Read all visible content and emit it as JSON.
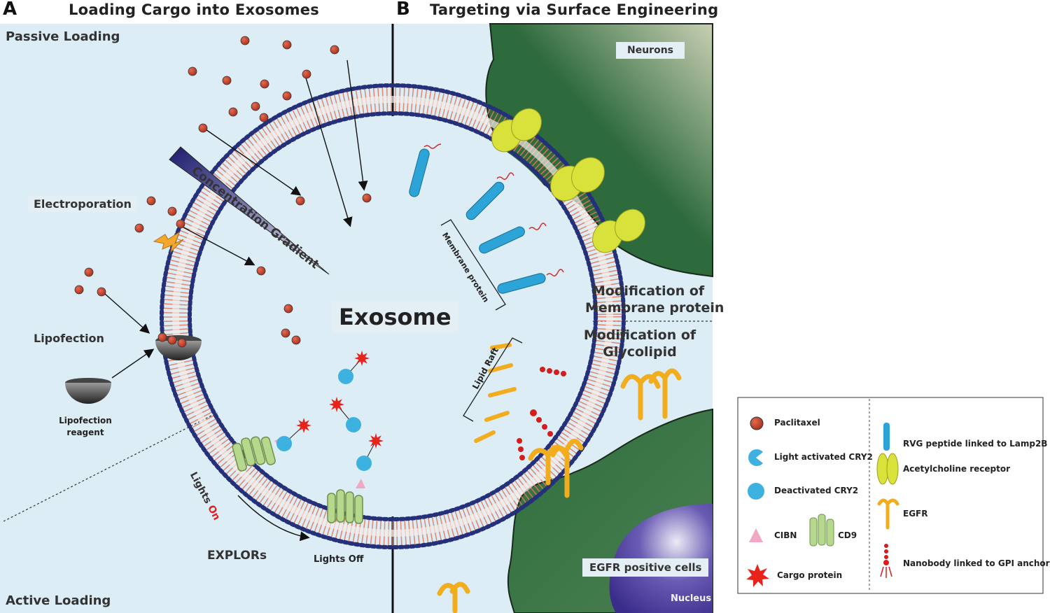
{
  "panel_a": {
    "letter": "A",
    "title": "Loading Cargo into Exosomes",
    "passive": "Passive Loading",
    "active": "Active Loading",
    "electroporation": "Electroporation",
    "lipofection": "Lipofection",
    "lipofection_reagent_1": "Lipofection",
    "lipofection_reagent_2": "reagent",
    "gradient": "Concentration Gradient",
    "lights_on_prefix": "Lights ",
    "lights_on_word": "On",
    "lights_off": "Lights Off",
    "explors": "EXPLORs"
  },
  "panel_b": {
    "letter": "B",
    "title": "Targeting via Surface Engineering",
    "neurons": "Neurons",
    "membrane_protein": "Membrane protein",
    "lipid_raft": "Lipid Raft",
    "mod_membrane_1": "Modification of",
    "mod_membrane_2": "Membrane protein",
    "mod_glyco_1": "Modification of",
    "mod_glyco_2": "Glycolipid",
    "egfr_cells": "EGFR positive cells",
    "nucleus": "Nucleus"
  },
  "center": {
    "exosome": "Exosome"
  },
  "legend": {
    "paclitaxel": "Paclitaxel",
    "light_cry2": "Light activated CRY2",
    "deact_cry2": "Deactivated CRY2",
    "cibn": "CIBN",
    "cd9": "CD9",
    "cargo": "Cargo protein",
    "rvg": "RVG peptide linked to Lamp2B",
    "achr": "Acetylcholine receptor",
    "egfr": "EGFR",
    "nanobody": "Nanobody linked to GPI anchor"
  },
  "colors": {
    "background": "#dcedf5",
    "cell_green": "#2d6a3c",
    "paclitaxel": "#c9432d",
    "cry2": "#3db1e0",
    "achr": "#d8e23a",
    "egfr": "#f2ad1e",
    "membrane_head": "#24307a",
    "lipid_tail": "#e3795e",
    "cd9": "#b5d88d",
    "cargo": "#e8231c",
    "nucleus": "#4c3d9a"
  }
}
